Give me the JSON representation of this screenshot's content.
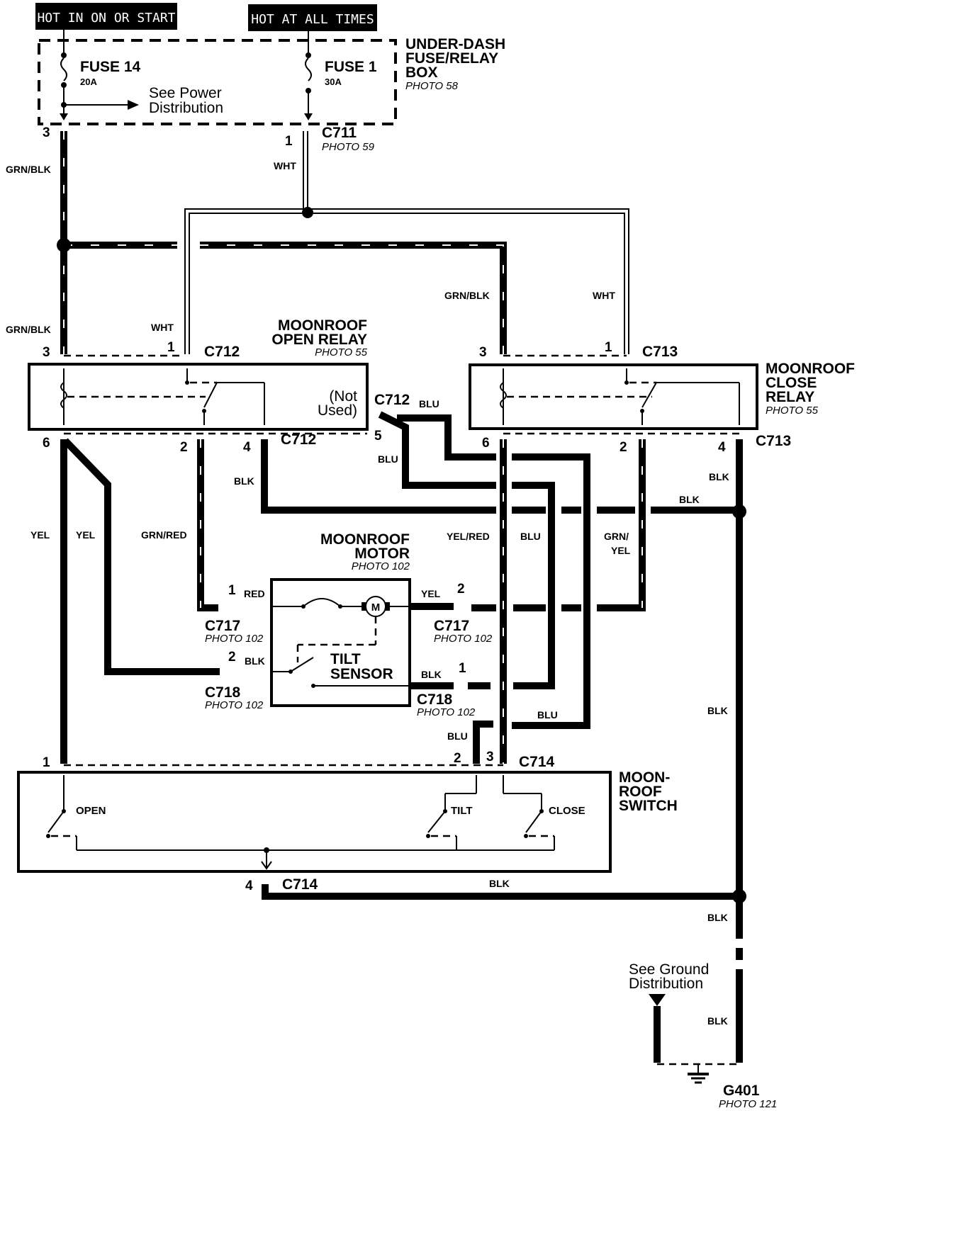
{
  "header": {
    "left_tag": "HOT IN ON OR START",
    "right_tag": "HOT AT ALL TIMES"
  },
  "fuse_box": {
    "title_line1": "UNDER-DASH",
    "title_line2": "FUSE/RELAY",
    "title_line3": "BOX",
    "photo": "PHOTO 58",
    "fuse14_name": "FUSE 14",
    "fuse14_rating": "20A",
    "fuse1_name": "FUSE 1",
    "fuse1_rating": "30A",
    "see_line1": "See Power",
    "see_line2": "Distribution"
  },
  "connectors": {
    "c711": "C711",
    "c711_photo": "PHOTO 59",
    "c712": "C712",
    "c713": "C713",
    "c714": "C714",
    "c717": "C717",
    "c718": "C718",
    "photo102": "PHOTO 102"
  },
  "open_relay": {
    "line1": "MOONROOF",
    "line2": "OPEN RELAY",
    "photo": "PHOTO 55",
    "not_used1": "(Not",
    "not_used2": "Used)"
  },
  "close_relay": {
    "line1": "MOONROOF",
    "line2": "CLOSE",
    "line3": "RELAY",
    "photo": "PHOTO 55"
  },
  "motor": {
    "line1": "MOONROOF",
    "line2": "MOTOR",
    "photo": "PHOTO 102",
    "symbol": "M",
    "tilt1": "TILT",
    "tilt2": "SENSOR"
  },
  "switch": {
    "line1": "MOON-",
    "line2": "ROOF",
    "line3": "SWITCH",
    "open": "OPEN",
    "tilt": "TILT",
    "close": "CLOSE"
  },
  "ground": {
    "see1": "See Ground",
    "see2": "Distribution",
    "name": "G401",
    "photo": "PHOTO 121"
  },
  "wires": {
    "grn_blk": "GRN/BLK",
    "wht": "WHT",
    "blu": "BLU",
    "blk": "BLK",
    "yel": "YEL",
    "grn_red": "GRN/RED",
    "yel_red": "YEL/RED",
    "grn_yel1": "GRN/",
    "grn_yel2": "YEL",
    "red": "RED"
  },
  "pins": {
    "p1": "1",
    "p2": "2",
    "p3": "3",
    "p4": "4",
    "p5": "5",
    "p6": "6"
  }
}
